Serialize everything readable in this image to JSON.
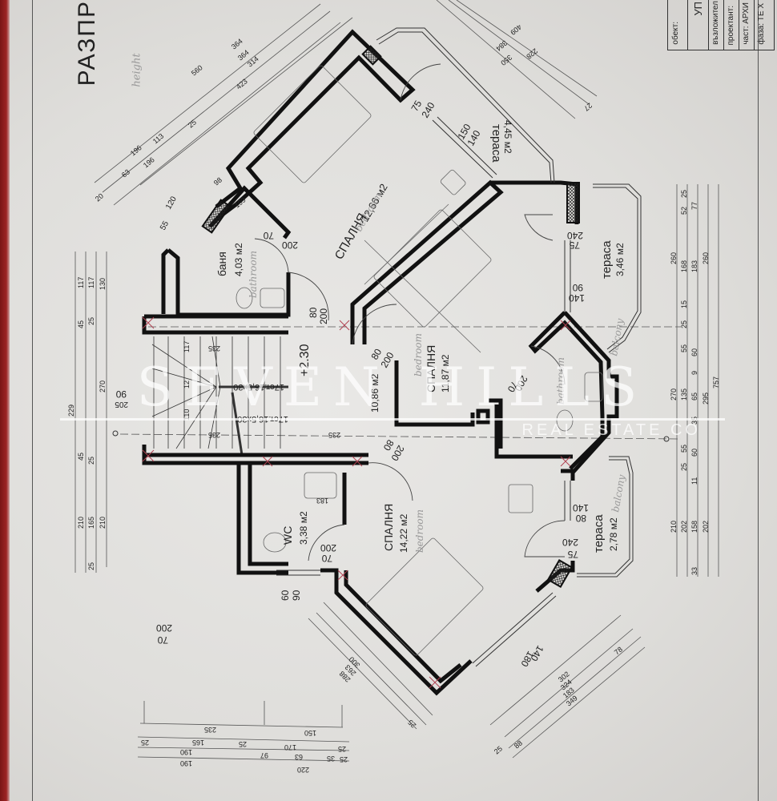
{
  "drawing": {
    "title_partial": "РАЗПР",
    "handwritten_top_left": "height",
    "title_block": {
      "rows": [
        "обект:",
        "възложител",
        "проектант:",
        "част: АРХИ",
        "фаза: ТЕ Х"
      ],
      "object_value_partial": "УП"
    }
  },
  "rooms": [
    {
      "id": "bedroom-1",
      "name": "СПАЛНЯ",
      "area": "12,66 м2",
      "note": "bedroom"
    },
    {
      "id": "bathroom-1",
      "name": "баня",
      "area": "4,03 м2",
      "note": "bathroom"
    },
    {
      "id": "corridor",
      "name": "",
      "area": "10,86 м2",
      "note": ""
    },
    {
      "id": "bedroom-2",
      "name": "СПАЛНЯ",
      "area": "11,87 м2",
      "note": "bedroom"
    },
    {
      "id": "bathroom-2",
      "name": "",
      "area": "",
      "note": "bathroom"
    },
    {
      "id": "wc",
      "name": "WC",
      "area": "3,38 м2",
      "note": ""
    },
    {
      "id": "bedroom-3",
      "name": "СПАЛНЯ",
      "area": "14,22 м2",
      "note": "bedroom"
    },
    {
      "id": "terrace-1",
      "name": "тераса",
      "area": "4,45 м2",
      "note": ""
    },
    {
      "id": "terrace-2",
      "name": "тераса",
      "area": "3,46 м2",
      "note": "balcony"
    },
    {
      "id": "terrace-3",
      "name": "тераса",
      "area": "2,78 м2",
      "note": "balcony"
    }
  ],
  "stairs": {
    "label_upper": "17ст.16,5х30",
    "label_lower": "17ст.16,5х30",
    "width_marks": [
      "235",
      "235",
      "235"
    ],
    "level": "+2.30"
  },
  "openings": {
    "bedroom1_door": [
      "75",
      "240"
    ],
    "bedroom1_window": [
      "150",
      "140"
    ],
    "bathroom1_door": [
      "70",
      "200"
    ],
    "corridor_door1": [
      "80",
      "200"
    ],
    "corridor_door2": [
      "80",
      "200"
    ],
    "terrace2_door": [
      "75",
      "240"
    ],
    "terrace2_window": [
      "140",
      "90"
    ],
    "bathroom2_door": [
      "70",
      "200"
    ],
    "bedroom3_door": [
      "80",
      "200"
    ],
    "wc_door": [
      "70",
      "200"
    ],
    "wc_window": [
      "60",
      "90"
    ],
    "terrace3_window": [
      "140",
      "80"
    ],
    "terrace3_door": [
      "75",
      "240"
    ],
    "bedroom3_window": [
      "140",
      "180"
    ],
    "stray_label": [
      "70",
      "200"
    ],
    "bath1_window": [
      "120",
      "55"
    ],
    "stair_window": [
      "90",
      "205"
    ]
  },
  "dimensions": {
    "top_left_diagonal": [
      "560",
      "364",
      "364",
      "314",
      "423",
      "196",
      "113",
      "25",
      "63",
      "196",
      "20",
      "98",
      "199"
    ],
    "top_right_diagonal": [
      "409",
      "228",
      "384",
      "350",
      "27"
    ],
    "left_vertical": [
      "117",
      "117",
      "130",
      "45",
      "25",
      "45",
      "270",
      "229",
      "45",
      "25",
      "210",
      "165",
      "210",
      "25"
    ],
    "right_vertical": [
      "25",
      "52",
      "77",
      "260",
      "168",
      "183",
      "260",
      "15",
      "25",
      "55",
      "60",
      "9",
      "270",
      "135",
      "65",
      "295",
      "757",
      "35",
      "55",
      "60",
      "25",
      "11",
      "210",
      "202",
      "158",
      "202",
      "33"
    ],
    "bottom_left": [
      "235",
      "150",
      "25",
      "165",
      "25",
      "170",
      "25",
      "190",
      "97",
      "63",
      "35",
      "25",
      "190",
      "220"
    ],
    "bottom_diagonal_left": [
      "300",
      "263",
      "288",
      "25"
    ],
    "bottom_diagonal_right": [
      "302",
      "324",
      "183",
      "349",
      "78",
      "88",
      "25"
    ],
    "wc_inner": "183",
    "stair_inner": [
      "117",
      "12",
      "110"
    ]
  },
  "watermark": {
    "main": "SEVEN HILLS",
    "sub": "REAL ESTATE CO"
  },
  "colors": {
    "paper": "#e4e3e0",
    "wall": "#111111",
    "line": "#444444",
    "hatch_red": "#b04050",
    "background_rug": "#8a1a1a"
  }
}
